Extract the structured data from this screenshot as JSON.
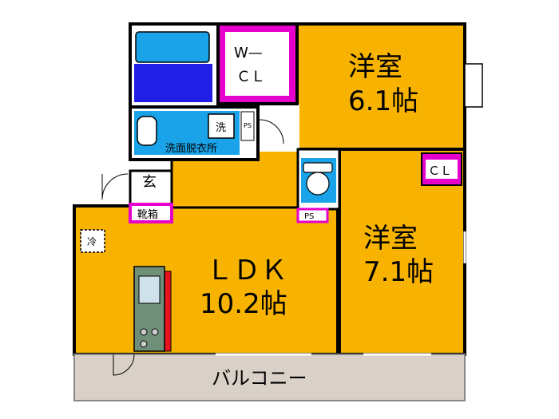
{
  "rooms": {
    "western_room_1": {
      "name": "洋室",
      "size": "6.1帖"
    },
    "western_room_2": {
      "name": "洋室",
      "size": "7.1帖"
    },
    "ldk": {
      "name": "ＬＤＫ",
      "size": "10.2帖"
    },
    "walk_in_closet": {
      "line1": "W—",
      "line2": "ＣＬ"
    },
    "closet": {
      "label": "ＣＬ"
    },
    "washroom": {
      "label": "洗面脱衣所"
    },
    "entrance": {
      "label": "玄"
    },
    "shoe_box": {
      "label": "靴箱"
    },
    "balcony": {
      "label": "バルコニー"
    }
  },
  "fixtures": {
    "washer": "洗",
    "fridge": "冷",
    "ps_washroom": "PS",
    "ps_toilet": "PS"
  },
  "colors": {
    "room": "#f7b300",
    "bath": "#1f1fe6",
    "washroom": "#1aa3e8",
    "closet": "#e600cc",
    "balcony": "#d9d1c7",
    "kitchen_red": "#e8141e",
    "kitchen_counter": "#6f8f78",
    "wall": "#000000"
  }
}
